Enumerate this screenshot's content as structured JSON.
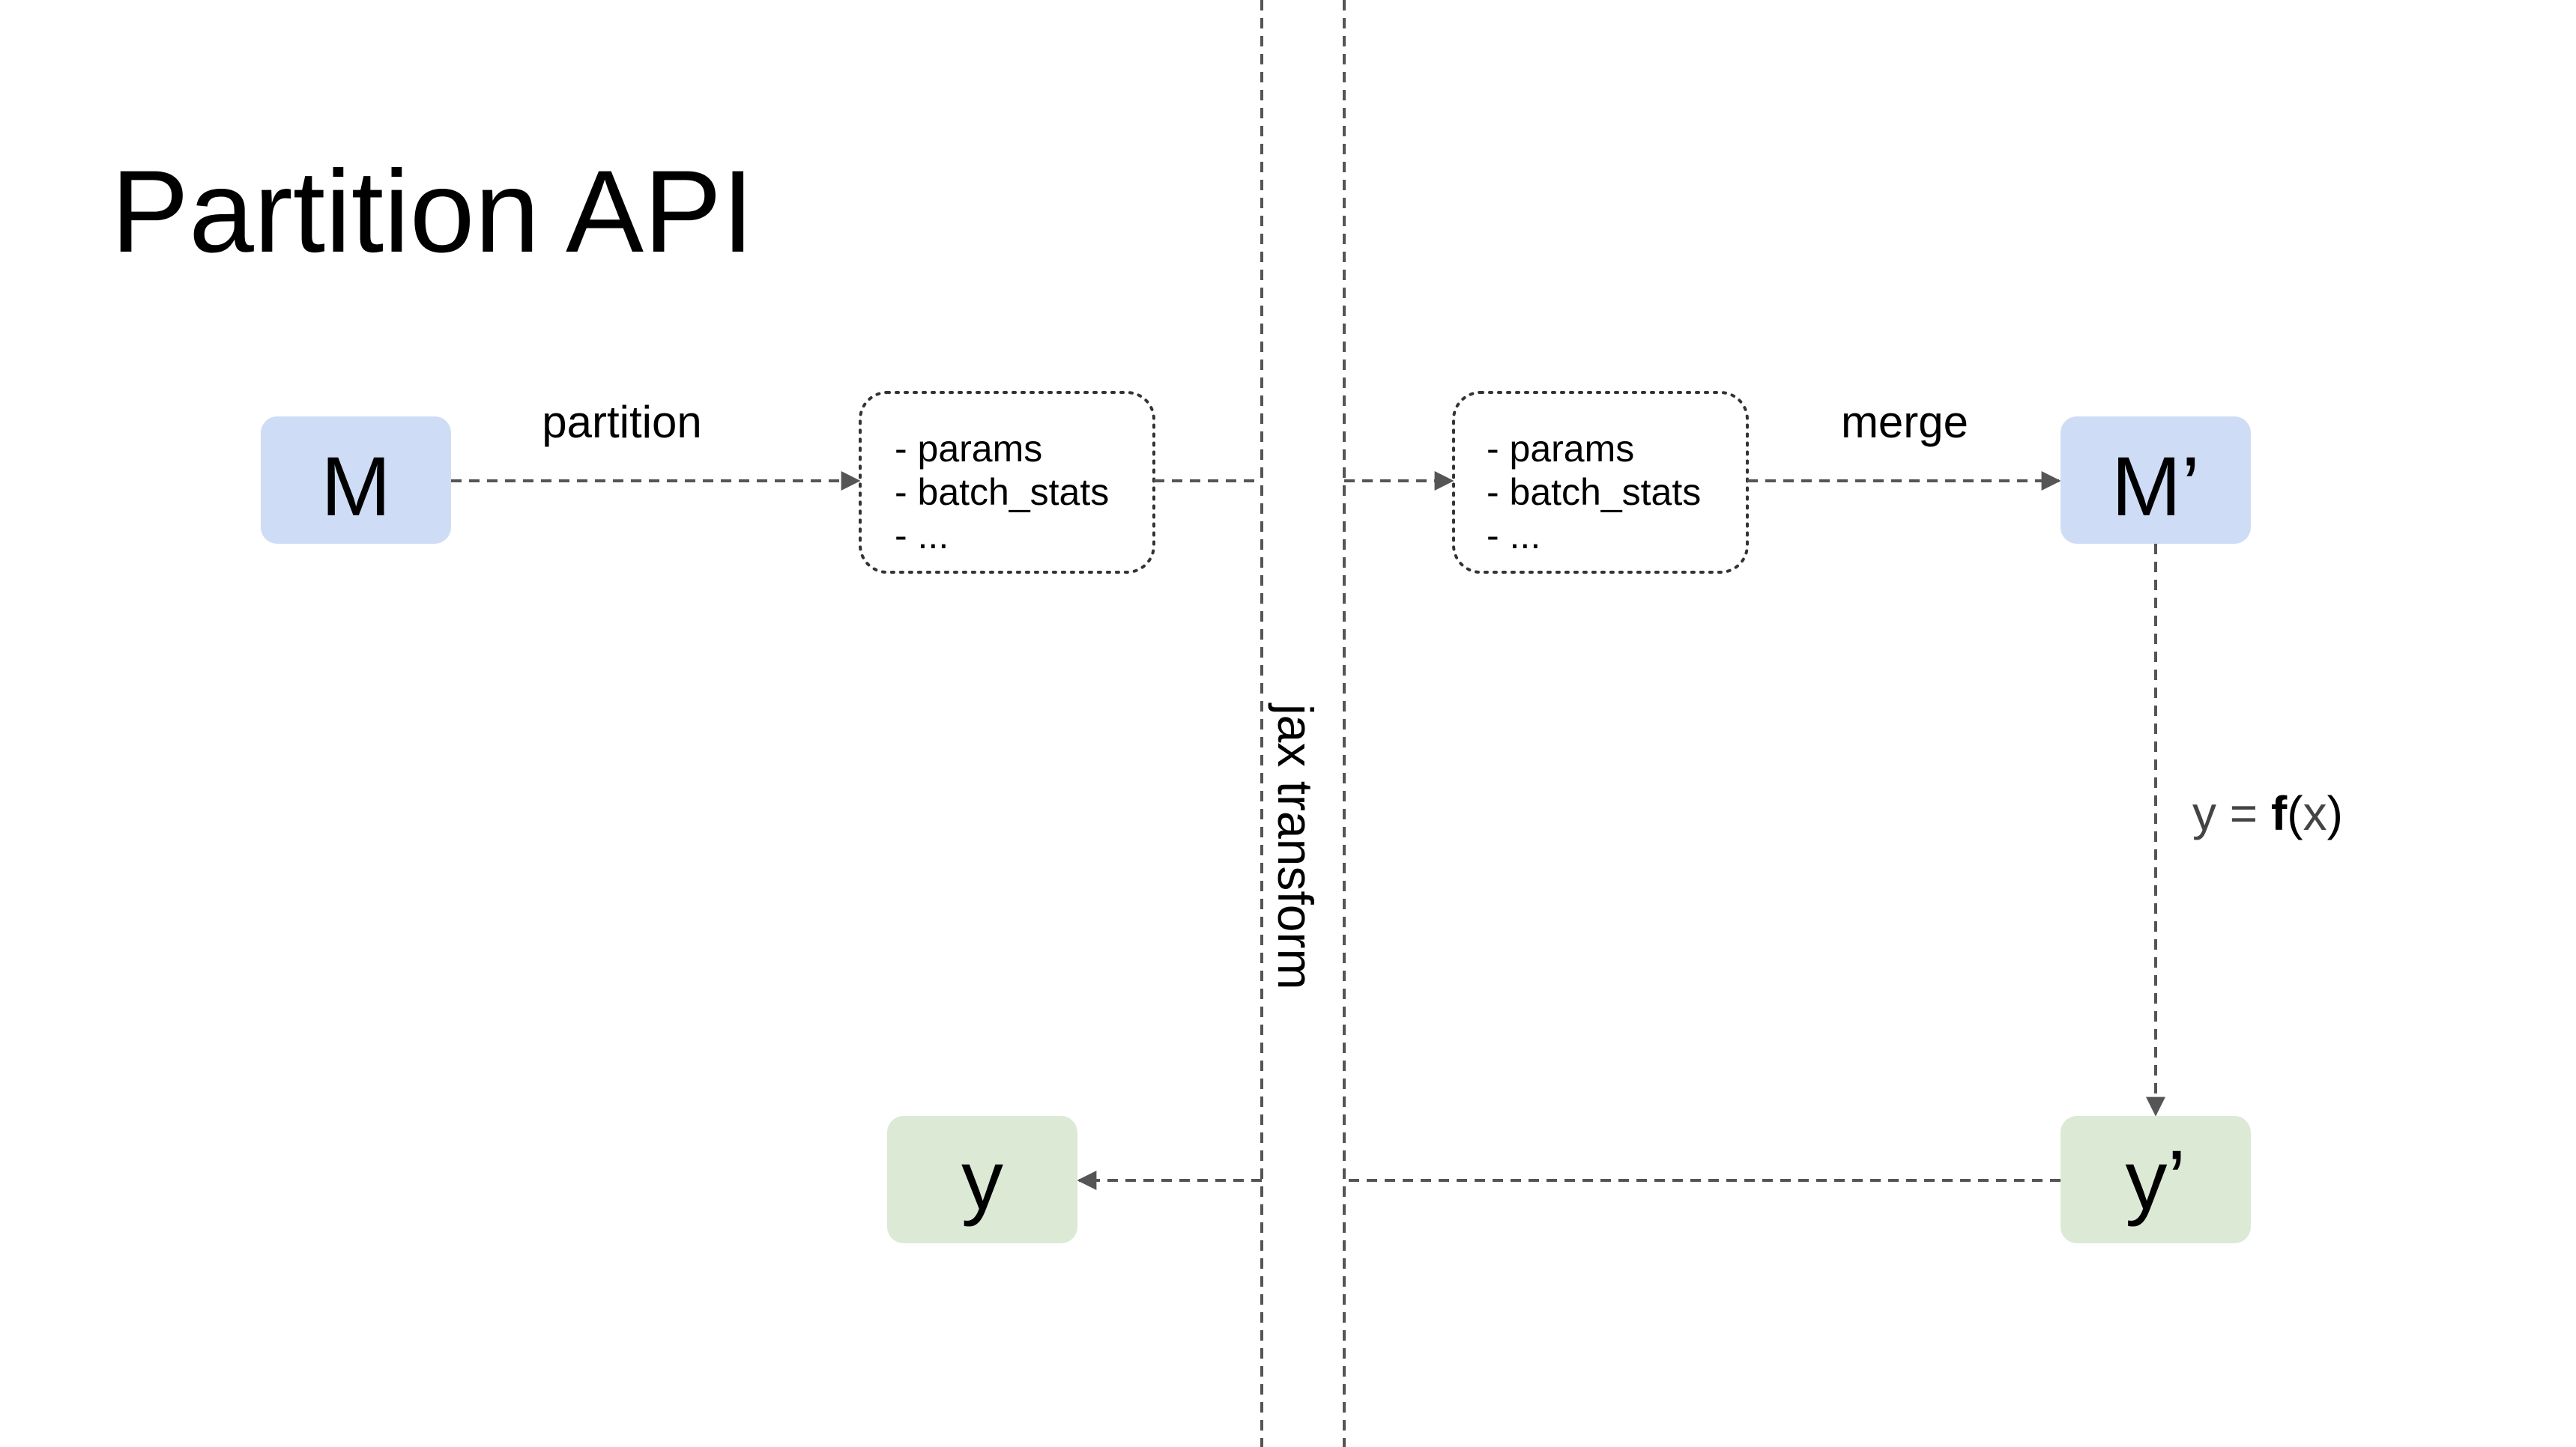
{
  "title": "Partition API",
  "colors": {
    "model_node_fill": "#cfdcf5",
    "output_node_fill": "#dbe9d5",
    "line": "#555555",
    "text": "#000000",
    "formula_gray": "#444444"
  },
  "nodes": {
    "model": "M",
    "model_prime": "M’",
    "output": "y",
    "output_prime": "y’"
  },
  "state_box_left": {
    "items": [
      "- params",
      "- batch_stats",
      "- ..."
    ]
  },
  "state_box_right": {
    "items": [
      "- params",
      "- batch_stats",
      "- ..."
    ]
  },
  "edges": {
    "partition_label": "partition",
    "merge_label": "merge",
    "formula": {
      "lhs": "y",
      "equals": " = ",
      "fn": "f",
      "open": "(",
      "arg": "x",
      "close": ")"
    }
  },
  "boundary": {
    "label": "jax transform"
  },
  "icons": {
    "arrowhead": "arrowhead-icon"
  }
}
